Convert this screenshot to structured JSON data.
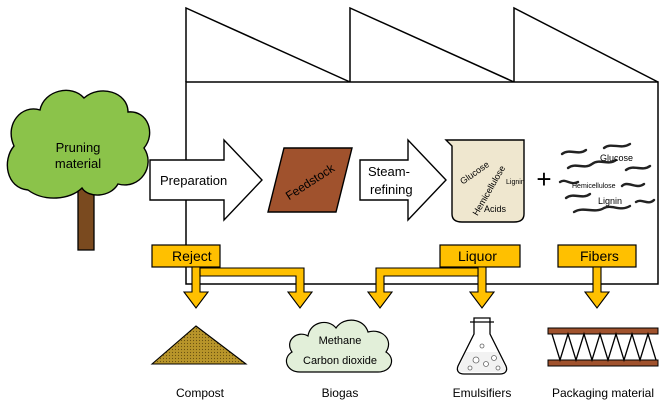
{
  "tree": {
    "line1": "Pruning",
    "line2": "material"
  },
  "steps": {
    "preparation": "Preparation",
    "feedstock": "Feedstock",
    "steam_line1": "Steam-",
    "steam_line2": "refining",
    "plus": "+"
  },
  "beaker": {
    "glucose": "Glucose",
    "hemicellulose": "Hemicellulose",
    "lignin": "Lignin",
    "acids": "Acids"
  },
  "fibers_panel": {
    "glucose": "Glucose",
    "hemicellulose": "Hemicellulose",
    "lignin": "Lignin"
  },
  "tags": {
    "reject": "Reject",
    "liquor": "Liquor",
    "fibers": "Fibers"
  },
  "biogas": {
    "methane": "Methane",
    "co2": "Carbon dioxide"
  },
  "captions": {
    "compost": "Compost",
    "biogas": "Biogas",
    "emulsifiers": "Emulsifiers",
    "packaging": "Packaging material"
  },
  "colors": {
    "tree_canopy": "#8BC34A",
    "tree_trunk": "#7A4A1F",
    "feedstock": "#A0522D",
    "tag_fill": "#FFC000",
    "beaker_fill": "#EFE7CF",
    "cloud_fill": "#E2EFD9",
    "compost_fill": "#B8952A"
  }
}
